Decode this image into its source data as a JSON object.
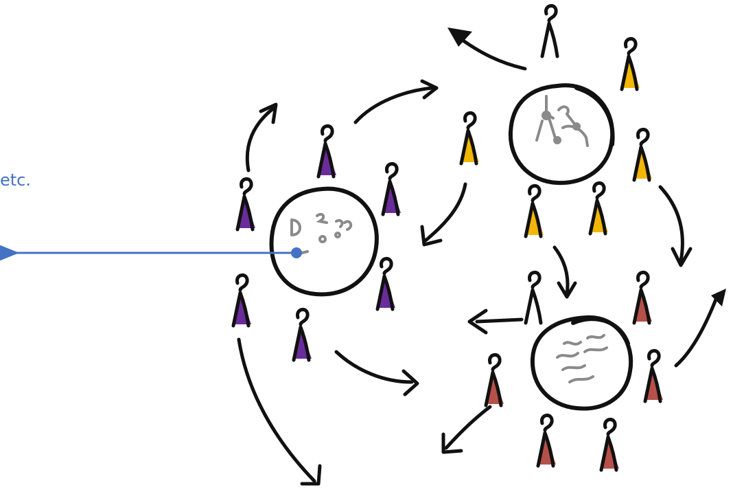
{
  "annotation": {
    "text": "etc."
  },
  "colors": {
    "ink": "#111111",
    "pointer": "#4472C4",
    "purple_group": "#6A2C9A",
    "yellow_group": "#F2B705",
    "red_group": "#B5514A",
    "sketch_gray": "#8a8a8a",
    "background": "#ffffff"
  },
  "groups": [
    {
      "name": "purple-group",
      "color_key": "purple_group",
      "people": 6
    },
    {
      "name": "yellow-group",
      "color_key": "yellow_group",
      "people": 5
    },
    {
      "name": "red-group",
      "color_key": "red_group",
      "people": 5
    }
  ]
}
